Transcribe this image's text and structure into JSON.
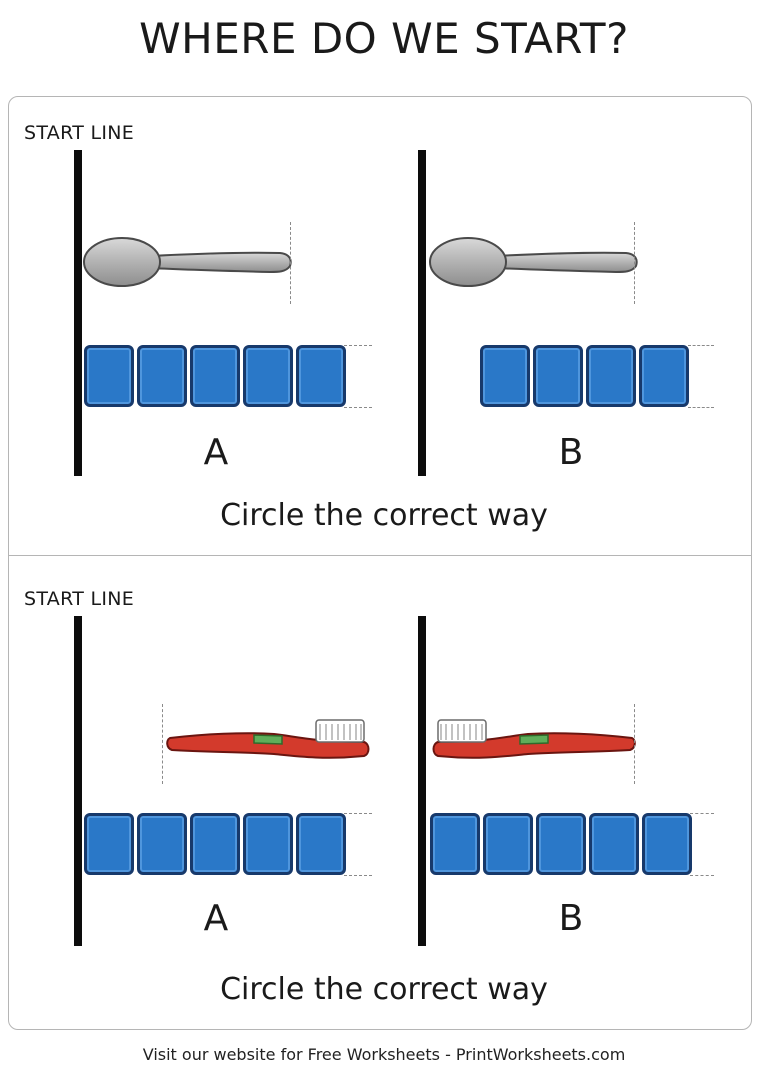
{
  "title": "WHERE DO WE START?",
  "sections": [
    {
      "start_label": "START LINE",
      "object_icon": "spoon-icon",
      "option_a": {
        "letter": "A",
        "blocks": 5
      },
      "option_b": {
        "letter": "B",
        "blocks": 4
      },
      "instruction": "Circle the correct way"
    },
    {
      "start_label": "START LINE",
      "object_icon": "toothbrush-icon",
      "option_a": {
        "letter": "A",
        "blocks": 5
      },
      "option_b": {
        "letter": "B",
        "blocks": 5
      },
      "instruction": "Circle the correct way"
    }
  ],
  "colors": {
    "block_fill": "#2a78c8",
    "block_border": "#17396b",
    "spoon": "#a9a9a9",
    "toothbrush_handle": "#d33a2c",
    "toothbrush_grip": "#5fae5a"
  },
  "footer": "Visit our website for Free Worksheets - PrintWorksheets.com"
}
